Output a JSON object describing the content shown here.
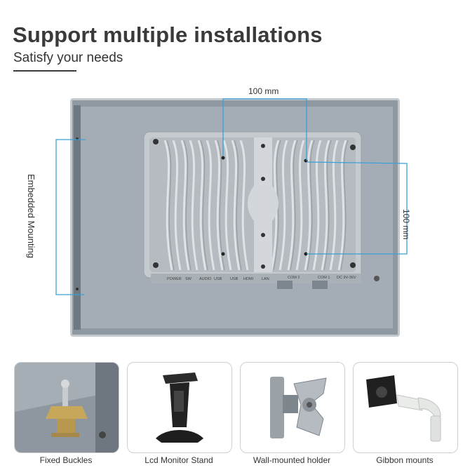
{
  "header": {
    "title": "Support multiple installations",
    "subtitle": "Satisfy your needs"
  },
  "dimensions": {
    "horizontal": "100 mm",
    "vertical": "100 mm",
    "side_label": "Embedded Mounting"
  },
  "ports": {
    "labels": [
      "POWER",
      "SW",
      "AUDIO",
      "USB",
      "USB",
      "HDMI",
      "LAN",
      "COM 2",
      "COM 1",
      "DC 9V-36V"
    ]
  },
  "installations": [
    {
      "label": "Fixed Buckles",
      "icon": "fixed-buckle-icon"
    },
    {
      "label": "Lcd Monitor Stand",
      "icon": "monitor-stand-icon"
    },
    {
      "label": "Wall-mounted holder",
      "icon": "wall-mount-icon"
    },
    {
      "label": "Gibbon mounts",
      "icon": "gibbon-mount-icon"
    }
  ],
  "colors": {
    "panel": "#9aa4ad",
    "heatsink": "#b8bec4",
    "dimension_line": "#3aa0d8",
    "title": "#3a3a3a"
  }
}
